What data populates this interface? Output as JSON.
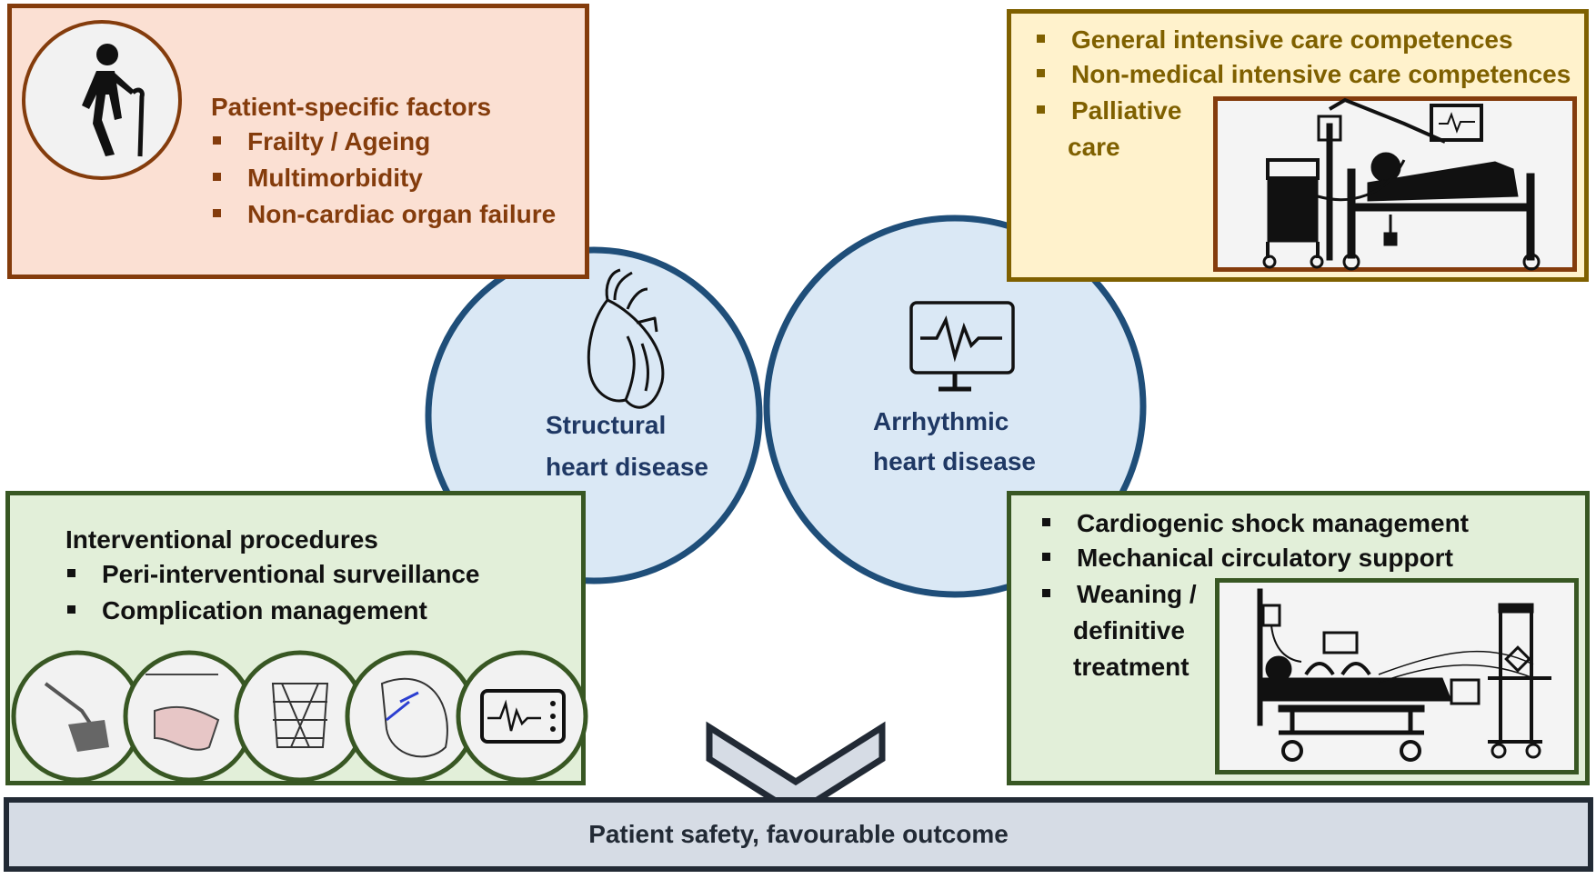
{
  "patient_box": {
    "heading": "Patient-specific factors",
    "items": [
      "Frailty / Ageing",
      "Multimorbidity",
      "Non-cardiac organ failure"
    ]
  },
  "icu_box": {
    "items": [
      "General intensive care competences",
      "Non-medical intensive care competences",
      "Palliative"
    ],
    "item3_cont": "care"
  },
  "circles": {
    "structural": [
      "Structural",
      "heart disease"
    ],
    "arrhythmic": [
      "Arrhythmic",
      "heart disease"
    ]
  },
  "intervention_box": {
    "heading": "Interventional procedures",
    "items": [
      "Peri-interventional surveillance",
      "Complication management"
    ]
  },
  "shock_box": {
    "items": [
      "Cardiogenic shock management",
      "Mechanical circulatory support",
      "Weaning /"
    ],
    "item3_cont": [
      "definitive",
      "treatment"
    ]
  },
  "outcome": "Patient safety, favourable outcome",
  "colors": {
    "orange": "#843c0c",
    "olive": "#7f6000",
    "green": "#385723",
    "navy": "#1f4e79",
    "circle_fill": "#dae8f5"
  },
  "icons": [
    "walking-elderly-icon",
    "heart-icon",
    "ecg-monitor-icon",
    "icu-bed-icon",
    "ecmo-bed-icon",
    "chevron-down-icon"
  ]
}
